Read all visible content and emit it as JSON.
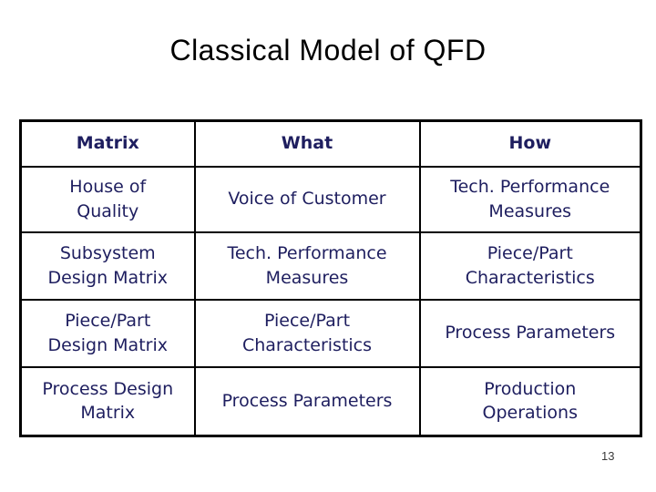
{
  "slide": {
    "title": "Classical Model of QFD",
    "page_number": "13"
  },
  "table": {
    "headers": [
      "Matrix",
      "What",
      "How"
    ],
    "rows": [
      [
        "House of\nQuality",
        "Voice of Customer",
        "Tech. Performance\nMeasures"
      ],
      [
        "Subsystem\nDesign Matrix",
        "Tech. Performance\nMeasures",
        "Piece/Part\nCharacteristics"
      ],
      [
        "Piece/Part\nDesign Matrix",
        "Piece/Part\nCharacteristics",
        "Process Parameters"
      ],
      [
        "Process Design\nMatrix",
        "Process Parameters",
        "Production\nOperations"
      ]
    ]
  },
  "colors": {
    "title_text": "#000000",
    "table_text": "#1e1e5f",
    "border": "#000000",
    "page_number": "#3a3a3a"
  }
}
